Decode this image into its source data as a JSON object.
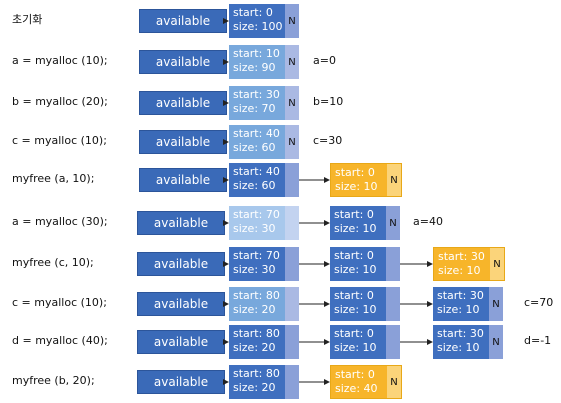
{
  "rows": [
    {
      "label": "초기화",
      "available": "available",
      "nodes": [
        {
          "start": "start: 0",
          "size": "size: 100",
          "tail": "N",
          "tone": "blue"
        }
      ],
      "result": ""
    },
    {
      "label": "a = myalloc (10);",
      "available": "available",
      "nodes": [
        {
          "start": "start: 10",
          "size": "size: 90",
          "tail": "N",
          "tone": "lblue"
        }
      ],
      "result": "a=0"
    },
    {
      "label": "b = myalloc (20);",
      "available": "available",
      "nodes": [
        {
          "start": "start: 30",
          "size": "size: 70",
          "tail": "N",
          "tone": "lblue"
        }
      ],
      "result": "b=10"
    },
    {
      "label": "c = myalloc (10);",
      "available": "available",
      "nodes": [
        {
          "start": "start: 40",
          "size": "size: 60",
          "tail": "N",
          "tone": "lblue"
        }
      ],
      "result": "c=30"
    },
    {
      "label": "myfree (a, 10);",
      "available": "available",
      "nodes": [
        {
          "start": "start: 40",
          "size": "size: 60",
          "tail": "",
          "tone": "blue"
        },
        {
          "start": "start: 0",
          "size": "size: 10",
          "tail": "N",
          "tone": "orange"
        }
      ],
      "result": ""
    },
    {
      "label": "a = myalloc (30);",
      "available": "available",
      "nodes": [
        {
          "start": "start: 70",
          "size": "size: 30",
          "tail": "",
          "tone": "paleblue"
        },
        {
          "start": "start: 0",
          "size": "size: 10",
          "tail": "N",
          "tone": "blue"
        }
      ],
      "result": "a=40"
    },
    {
      "label": "myfree (c, 10);",
      "available": "available",
      "nodes": [
        {
          "start": "start: 70",
          "size": "size: 30",
          "tail": "",
          "tone": "blue"
        },
        {
          "start": "start: 0",
          "size": "size: 10",
          "tail": "",
          "tone": "blue"
        },
        {
          "start": "start: 30",
          "size": "size: 10",
          "tail": "N",
          "tone": "orange"
        }
      ],
      "result": ""
    },
    {
      "label": "c = myalloc (10);",
      "available": "available",
      "nodes": [
        {
          "start": "start: 80",
          "size": "size: 20",
          "tail": "",
          "tone": "lblue"
        },
        {
          "start": "start: 0",
          "size": "size: 10",
          "tail": "",
          "tone": "blue"
        },
        {
          "start": "start: 30",
          "size": "size: 10",
          "tail": "N",
          "tone": "blue"
        }
      ],
      "result": "c=70"
    },
    {
      "label": "d = myalloc (40);",
      "available": "available",
      "nodes": [
        {
          "start": "start: 80",
          "size": "size: 20",
          "tail": "",
          "tone": "blue"
        },
        {
          "start": "start: 0",
          "size": "size: 10",
          "tail": "",
          "tone": "blue"
        },
        {
          "start": "start: 30",
          "size": "size: 10",
          "tail": "N",
          "tone": "blue"
        }
      ],
      "result": "d=-1"
    },
    {
      "label": "myfree (b, 20);",
      "available": "available",
      "nodes": [
        {
          "start": "start: 80",
          "size": "size: 20",
          "tail": "",
          "tone": "blue"
        },
        {
          "start": "start: 0",
          "size": "size: 40",
          "tail": "N",
          "tone": "orange"
        }
      ],
      "result": ""
    }
  ]
}
